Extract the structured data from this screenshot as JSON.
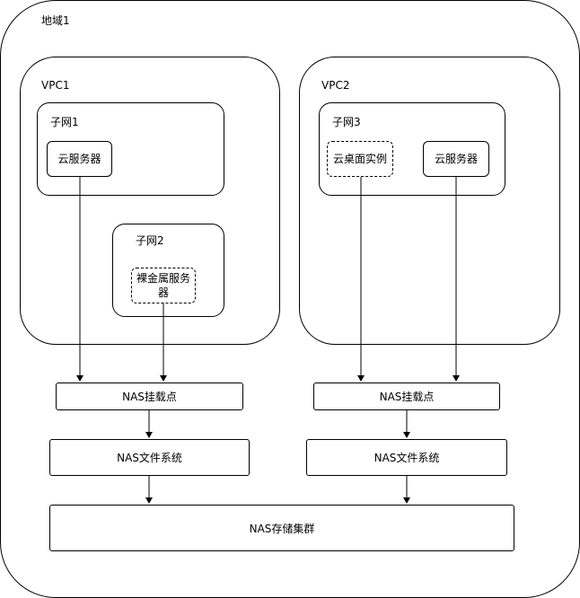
{
  "region": {
    "label": "地域1"
  },
  "vpc1": {
    "label": "VPC1",
    "subnet1": {
      "label": "子网1",
      "node": "云服务器"
    },
    "subnet2": {
      "label": "子网2",
      "node": "裸金属服务器"
    }
  },
  "vpc2": {
    "label": "VPC2",
    "subnet3": {
      "label": "子网3",
      "node_a": "云桌面实例",
      "node_b": "云服务器"
    }
  },
  "left_mount": "NAS挂载点",
  "right_mount": "NAS挂载点",
  "left_fs": "NAS文件系统",
  "right_fs": "NAS文件系统",
  "cluster": "NAS存储集群"
}
